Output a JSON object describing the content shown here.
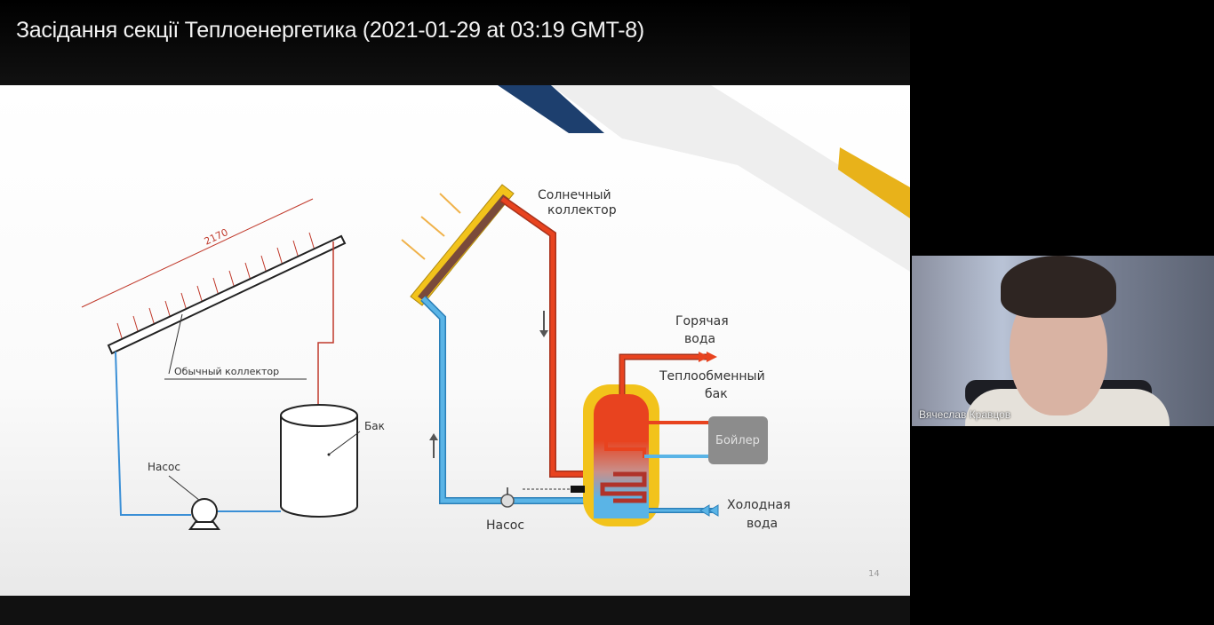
{
  "meeting": {
    "title": "Засідання секції Теплоенергетика (2021-01-29 at 03:19 GMT-8)"
  },
  "slide": {
    "page_number": "14",
    "left_diagram": {
      "dimension": "2170",
      "collector_label": "Обычный коллектор",
      "tank_label": "Бак",
      "pump_label": "Насос"
    },
    "right_diagram": {
      "collector_label_1": "Солнечный",
      "collector_label_2": "коллектор",
      "hot_water_1": "Горячая",
      "hot_water_2": "вода",
      "exchanger_1": "Теплообменный",
      "exchanger_2": "бак",
      "boiler": "Бойлер",
      "cold_water_1": "Холодная",
      "cold_water_2": "вода",
      "pump_label": "Насос"
    },
    "colors": {
      "hot": "#e8431f",
      "cold": "#5ab4e6",
      "insulation": "#f2c31b",
      "navy": "#1d3f6e",
      "gold": "#e8b21a"
    }
  },
  "participant": {
    "name": "Вячеслав Кравцов"
  }
}
